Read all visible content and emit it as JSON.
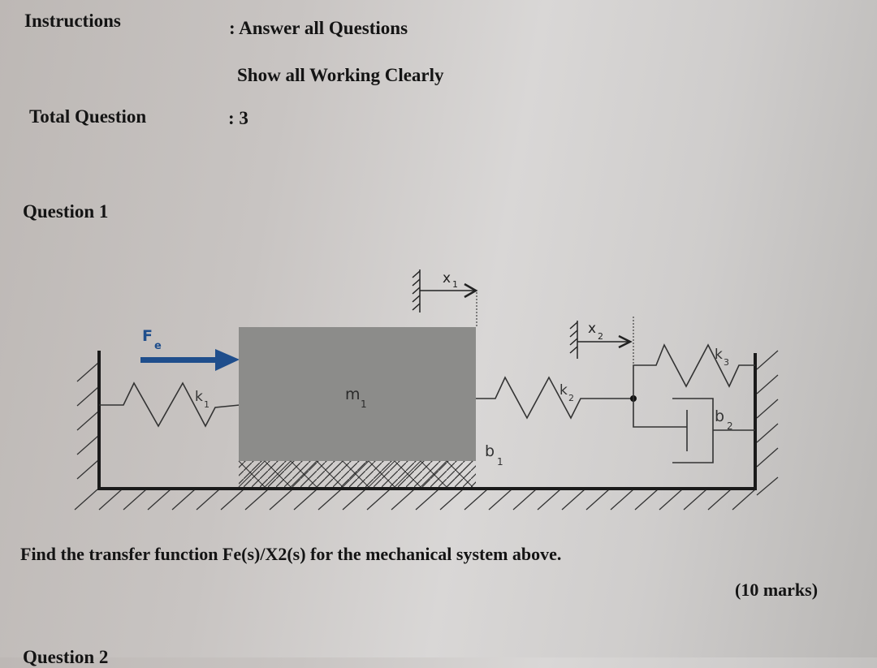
{
  "header": {
    "instructions_label": "Instructions",
    "instructions_line1": ": Answer all Questions",
    "instructions_line2": "Show all Working Clearly",
    "total_label": "Total Question",
    "total_value": ": 3"
  },
  "question1": {
    "title": "Question 1",
    "diagram": {
      "force_label": "F",
      "force_sub": "e",
      "mass_label": "m",
      "mass_sub": "1",
      "k1": "k",
      "k1_sub": "1",
      "k2": "k",
      "k2_sub": "2",
      "k3": "k",
      "k3_sub": "3",
      "b1": "b",
      "b1_sub": "1",
      "b2": "b",
      "b2_sub": "2",
      "x1": "x",
      "x1_sub": "1",
      "x2": "x",
      "x2_sub": "2",
      "colors": {
        "mass": "#8c8c8a",
        "force_arrow": "#1f4e8c",
        "line": "#1a1a1a"
      }
    },
    "prompt": "Find the transfer function Fe(s)/X2(s) for the mechanical system above.",
    "marks": "(10 marks)"
  },
  "next_question": {
    "title": "Question 2"
  }
}
